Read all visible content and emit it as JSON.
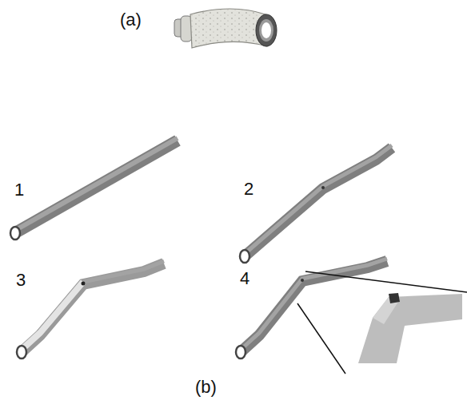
{
  "diagram": {
    "labels": [
      "(a)",
      "1",
      "2",
      "3",
      "4",
      "(b)"
    ]
  }
}
